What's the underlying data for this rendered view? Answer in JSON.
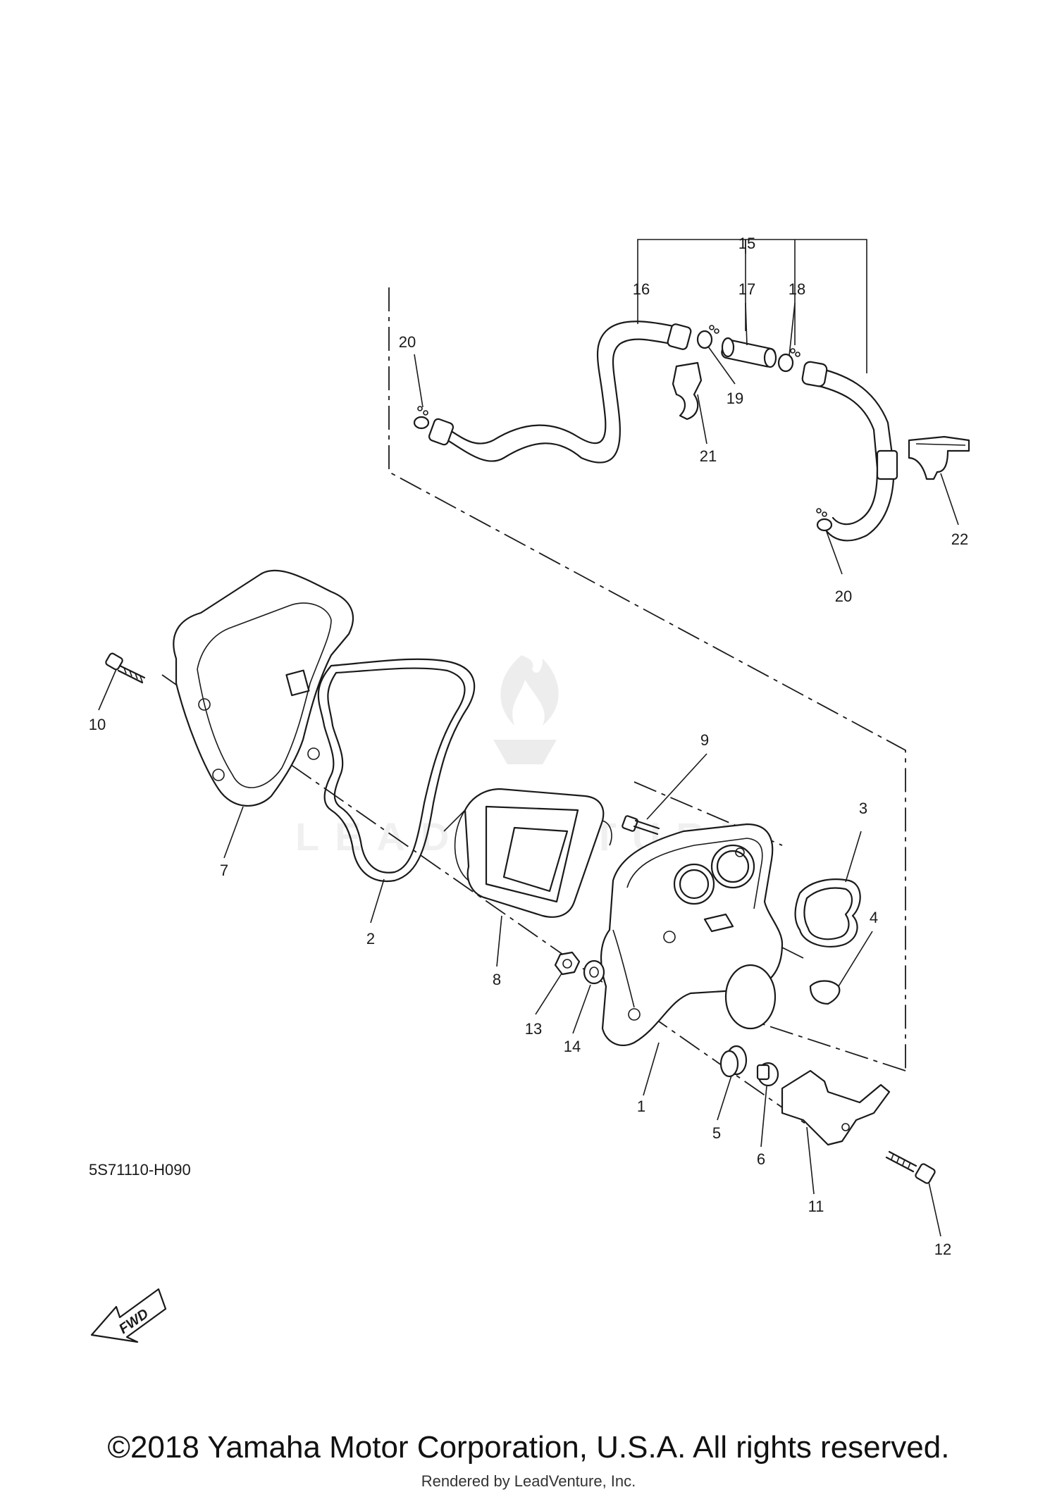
{
  "diagram": {
    "callouts": [
      "1",
      "2",
      "3",
      "4",
      "5",
      "6",
      "7",
      "8",
      "9",
      "10",
      "11",
      "12",
      "13",
      "14",
      "15",
      "16",
      "17",
      "18",
      "19",
      "20",
      "20",
      "21",
      "22"
    ],
    "reference_code": "5S71110-H090",
    "fwd_label": "FWD",
    "watermark_text": "LEADVENTURE",
    "watermark_logo": "flame-logo"
  },
  "footer": {
    "copyright": "©2018 Yamaha Motor Corporation, U.S.A. All rights reserved.",
    "rendered_by": "Rendered by LeadVenture, Inc."
  }
}
